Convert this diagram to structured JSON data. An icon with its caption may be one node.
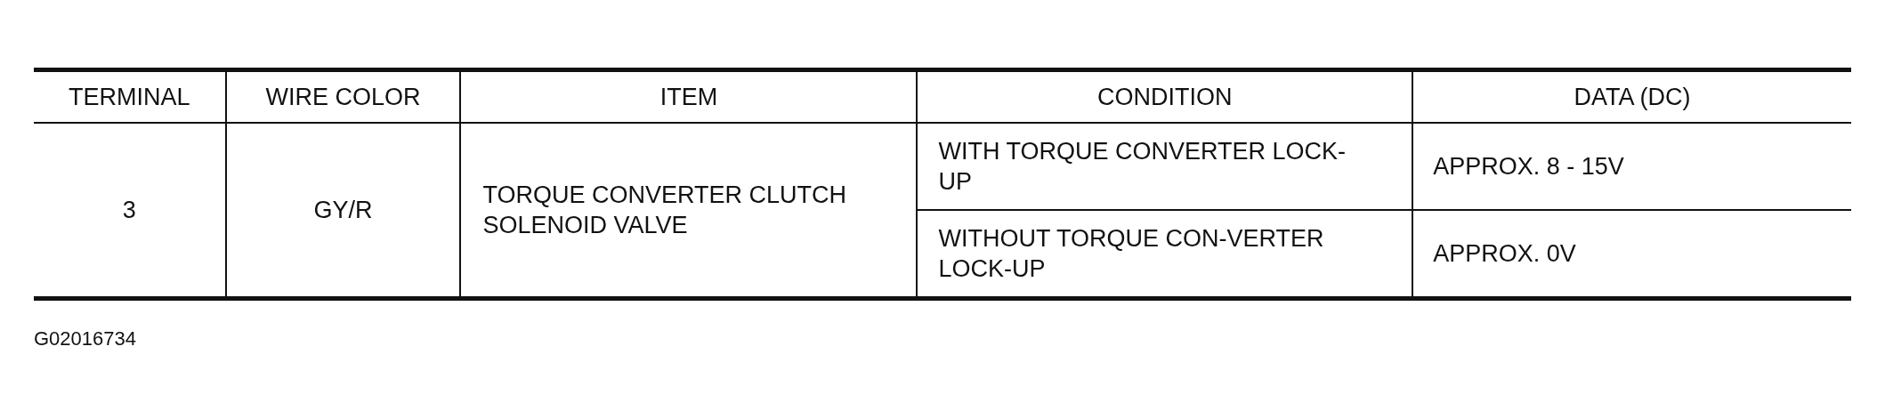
{
  "diagram": {
    "labels": [
      "TERMINAL",
      "WIRE COLOR",
      "ITEM",
      "CONDITION",
      "DATA (DC)",
      "3",
      "GY/R",
      "TORQUE CONVERTER CLUTCH SOLENOID VALVE",
      "WITH TORQUE CONVERTER LOCK-UP",
      "APPROX. 8 - 15V",
      "WITHOUT TORQUE CON-VERTER LOCK-UP",
      "APPROX. 0V",
      "G02016734"
    ]
  }
}
